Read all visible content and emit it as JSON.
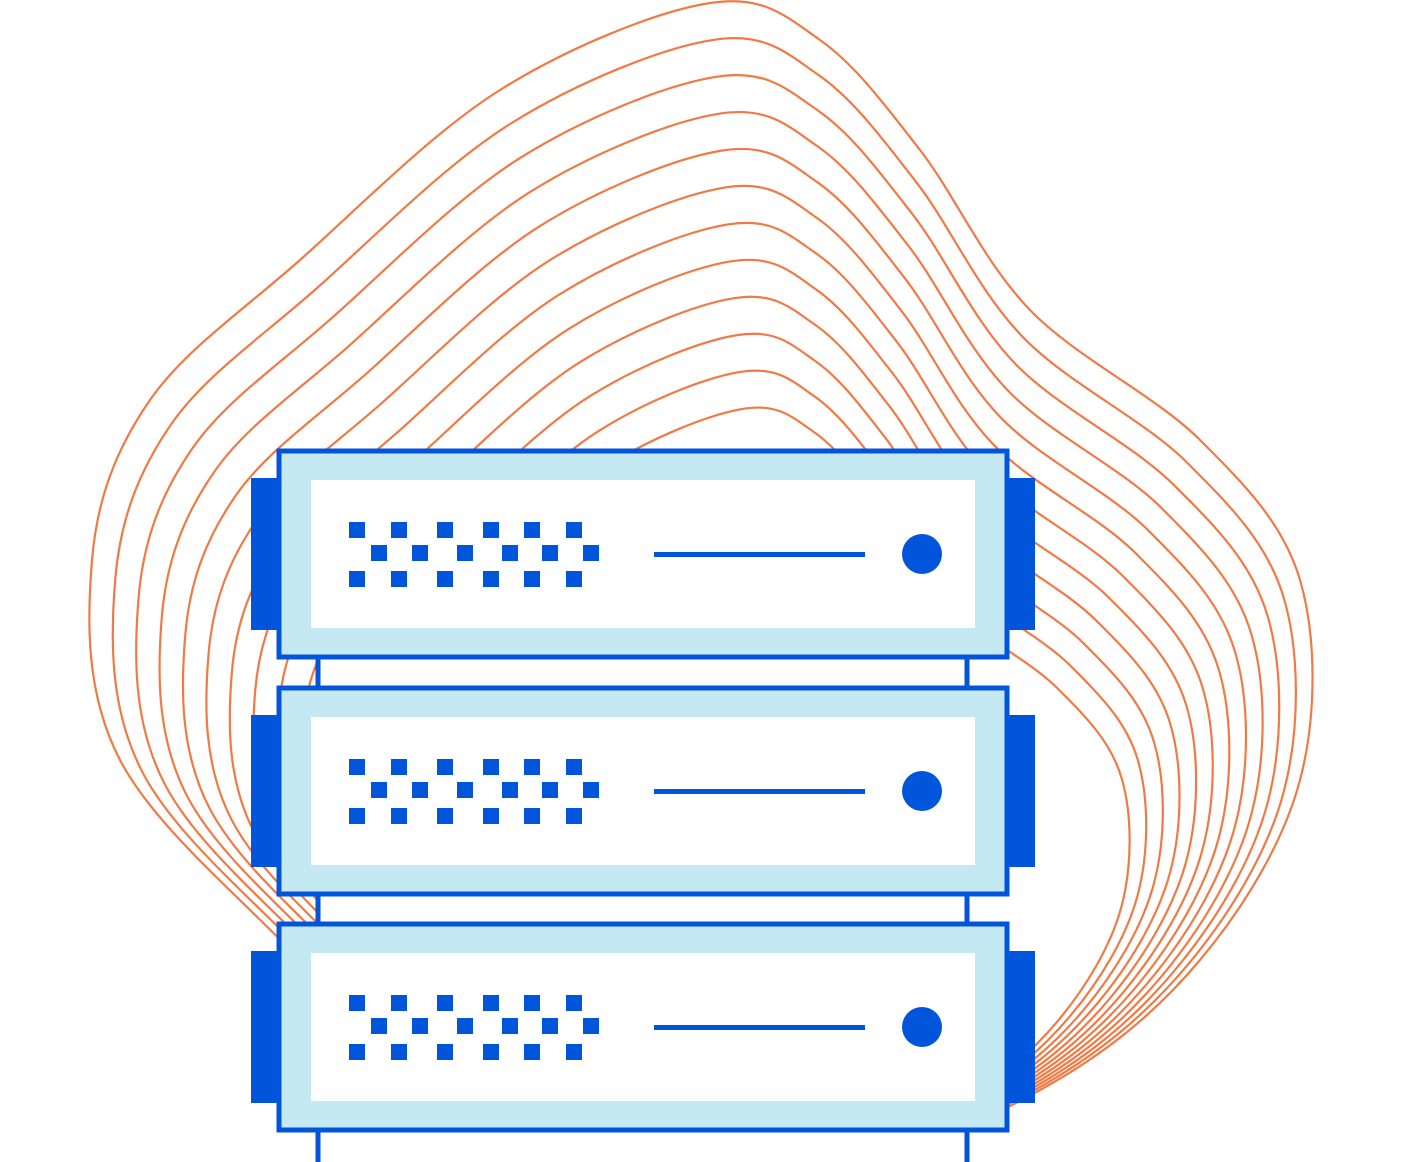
{
  "illustration": {
    "subject": "server-rack",
    "server_count": 3,
    "contour_line_count": 12,
    "colors": {
      "primary_blue": "#0055DB",
      "panel_light_blue": "#C5E9F3",
      "contour_orange": "#F07A45",
      "background": "#FFFFFF"
    }
  }
}
